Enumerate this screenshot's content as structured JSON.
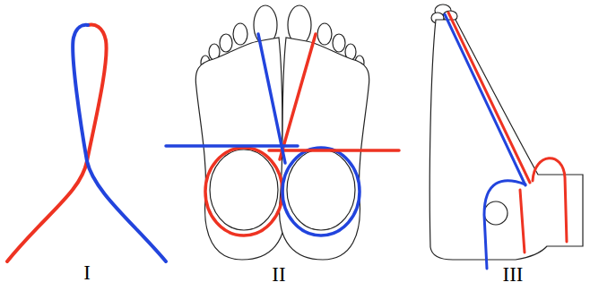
{
  "diagram": {
    "labels": [
      "I",
      "II",
      "III"
    ]
  }
}
